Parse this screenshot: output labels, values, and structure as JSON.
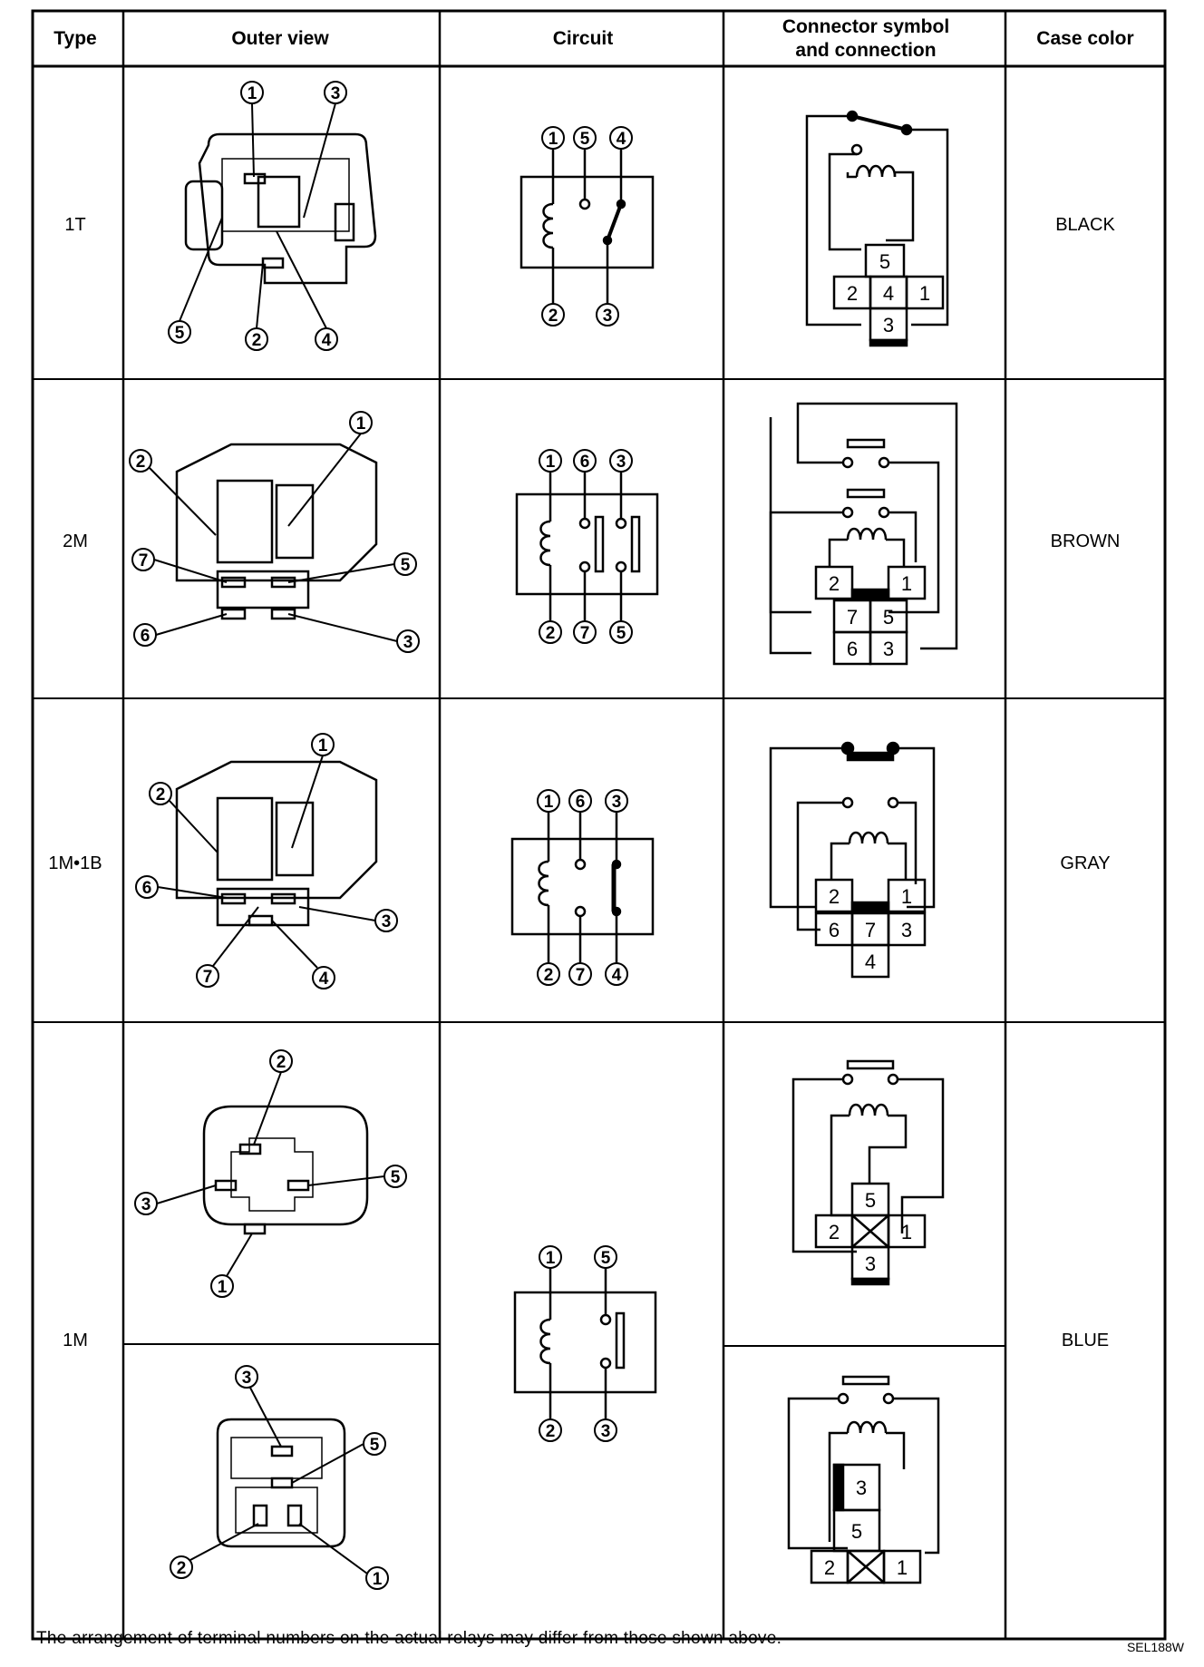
{
  "table": {
    "headers": {
      "type": "Type",
      "outer_view": "Outer view",
      "circuit": "Circuit",
      "connector_line1": "Connector symbol",
      "connector_line2": "and connection",
      "case_color": "Case color"
    },
    "rows": [
      {
        "type": "1T",
        "case_color": "BLACK"
      },
      {
        "type": "2M",
        "case_color": "BROWN"
      },
      {
        "type": "1M•1B",
        "case_color": "GRAY"
      },
      {
        "type": "1M",
        "case_color": "BLUE"
      }
    ]
  },
  "terminals": {
    "t1": "1",
    "t2": "2",
    "t3": "3",
    "t4": "4",
    "t5": "5",
    "t6": "6",
    "t7": "7"
  },
  "footnote": "The arrangement of terminal numbers on the actual relays may differ from those shown above.",
  "figure_code": "SEL188W"
}
